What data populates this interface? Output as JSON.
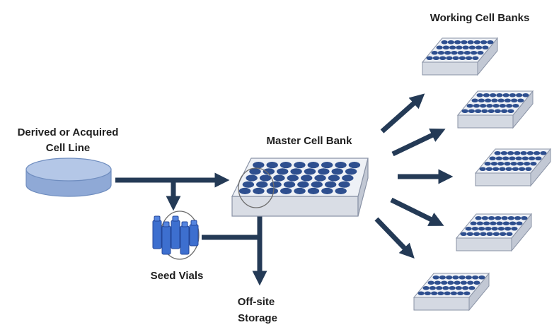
{
  "labels": {
    "source_line1": "Derived or Acquired",
    "source_line2": "Cell Line",
    "master": "Master Cell Bank",
    "working": "Working Cell Banks",
    "seed": "Seed Vials",
    "storage_line1": "Off-site",
    "storage_line2": "Storage"
  },
  "colors": {
    "arrow": "#243a56",
    "well": "#2e4f8f",
    "vial": "#3d6fcf",
    "disk": "#9bb3dc",
    "plate_top": "#eef1f6",
    "plate_side": "#d4d9e2"
  }
}
